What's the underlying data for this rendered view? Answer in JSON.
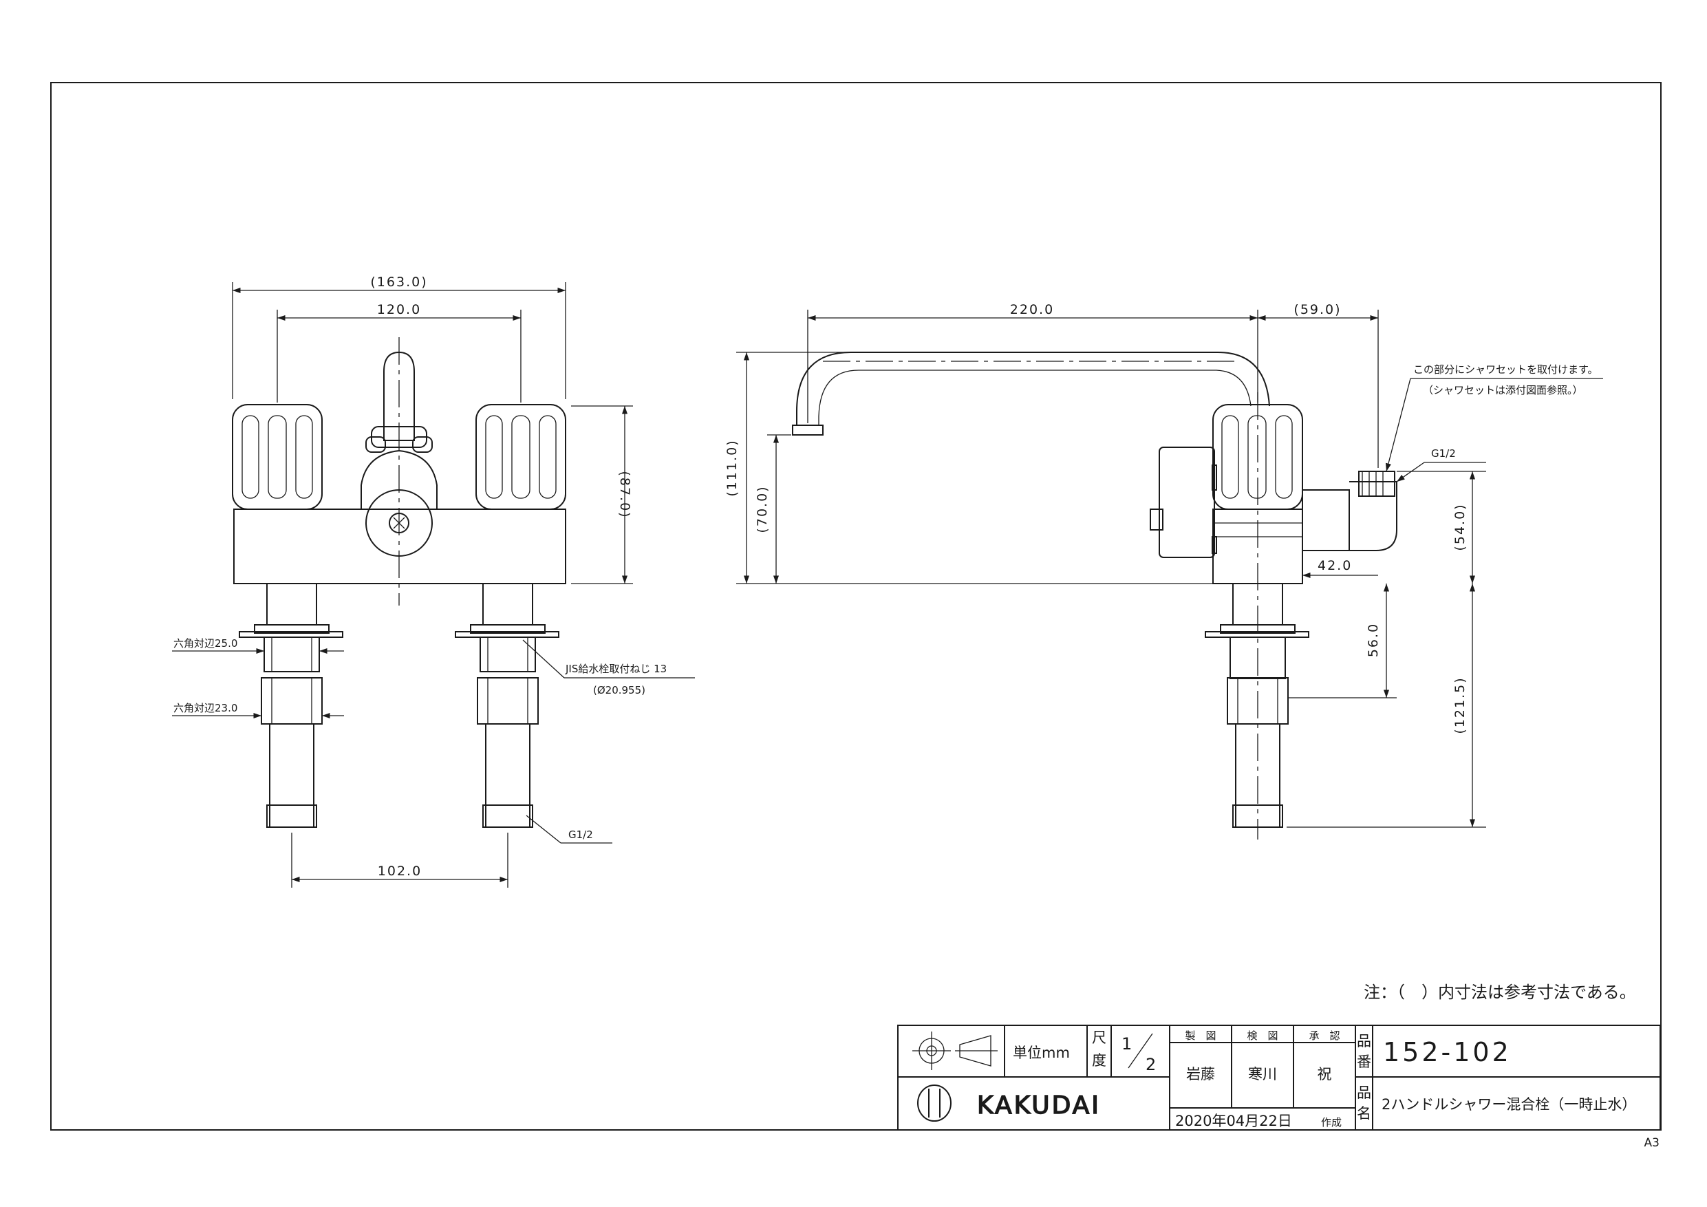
{
  "front_view": {
    "overall_width": "(163.0)",
    "handle_pitch": "120.0",
    "body_height": "(87.0)",
    "hex1_label": "六角対辺25.0",
    "hex2_label": "六角対辺23.0",
    "jis_label": "JIS給水栓取付ねじ 13",
    "jis_dia": "(Ø20.955)",
    "thread_label": "G1/2",
    "pipe_pitch": "102.0"
  },
  "side_view": {
    "spout_reach": "220.0",
    "outlet_offset": "(59.0)",
    "total_height": "(111.0)",
    "spout_height": "(70.0)",
    "shower_note_1": "この部分にシャワセットを取付けます。",
    "shower_note_2": "（シャワセットは添付図面参照。）",
    "outlet_thread": "G1/2",
    "outlet_height": "(54.0)",
    "outlet_depth": "42.0",
    "nut_depth": "56.0",
    "pipe_length": "(121.5)"
  },
  "note": "注：（　）内寸法は参考寸法である。",
  "title_block": {
    "unit_label": "単位mm",
    "scale_label_1": "尺",
    "scale_label_2": "度",
    "scale_num": "1",
    "scale_den": "2",
    "drawn_header": "製　図",
    "checked_header": "検　図",
    "approved_header": "承　認",
    "drawn_by": "岩藤",
    "checked_by": "寒川",
    "approved_by": "祝",
    "part_no_label_1": "品",
    "part_no_label_2": "番",
    "part_no": "152-102",
    "part_name_label_1": "品",
    "part_name_label_2": "名",
    "part_name": "2ハンドルシャワー混合栓（一時止水）",
    "company": "KAKUDAI",
    "date": "2020年04月22日",
    "date_suffix": "作成"
  },
  "sheet_size": "A3"
}
